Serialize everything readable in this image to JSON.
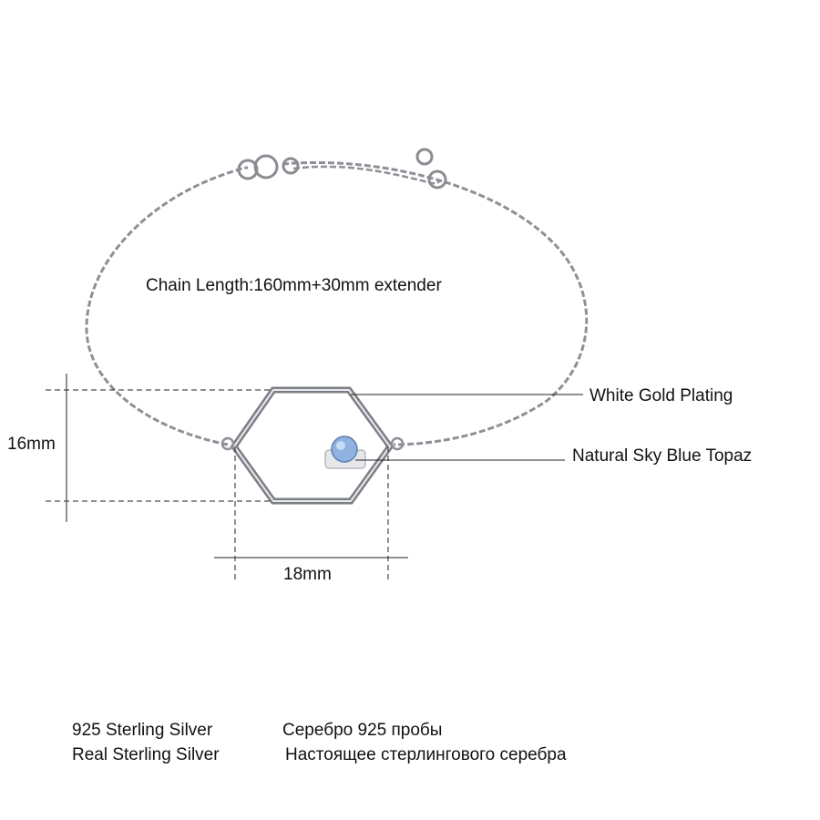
{
  "annotations": {
    "chain_length": "Chain Length:160mm+30mm extender",
    "plating": "White Gold Plating",
    "stone": "Natural Sky Blue Topaz",
    "height": "16mm",
    "width": "18mm"
  },
  "material": {
    "line1_en": "925 Sterling Silver",
    "line1_ru": "Серебро 925 пробы",
    "line2_en": "Real Sterling Silver",
    "line2_ru": "Настоящее стерлингового серебра"
  },
  "colors": {
    "silver": "#9a9ca3",
    "topaz": "#8fb2e0"
  }
}
